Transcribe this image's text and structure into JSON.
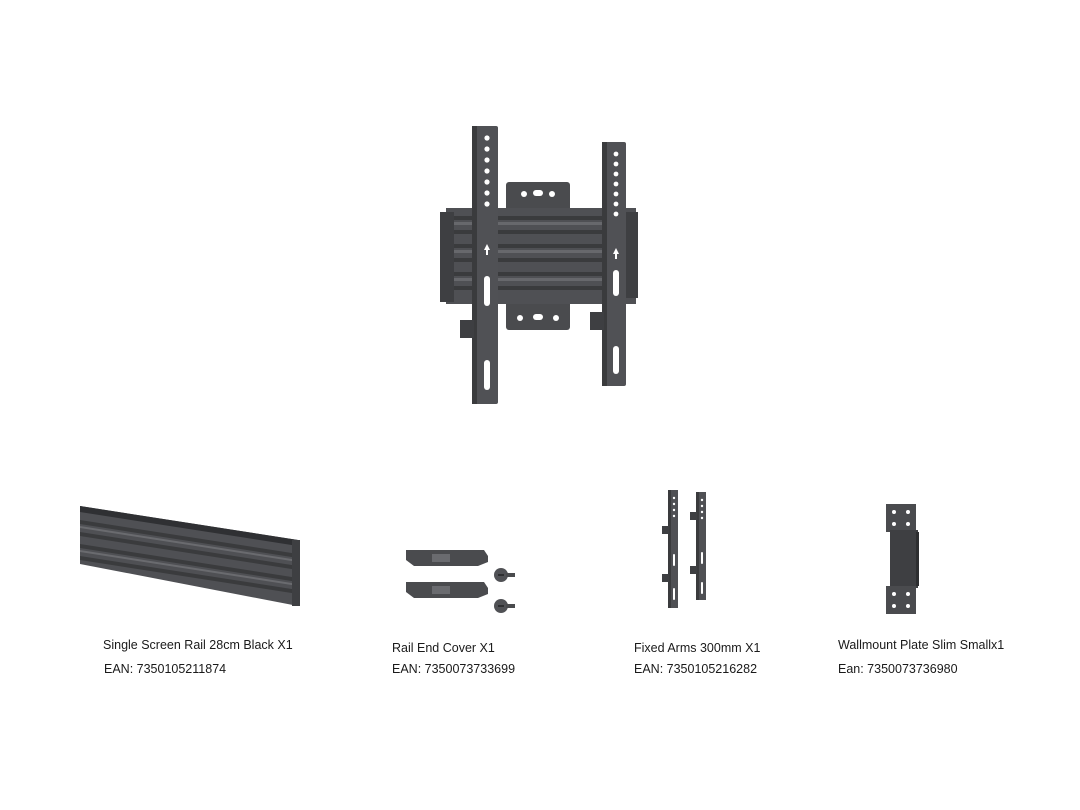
{
  "colors": {
    "metal_dark": "#3a3b3d",
    "metal_mid": "#4a4b4e",
    "metal_light": "#5f6064",
    "hole": "#ffffff"
  },
  "icons": [
    "mount-assembly-image",
    "screen-rail-image",
    "rail-end-cover-image",
    "screw-icon",
    "fixed-arms-image",
    "wallmount-plate-image"
  ],
  "parts": [
    {
      "name": "Single Screen Rail 28cm Black X1",
      "ean": "EAN: 7350105211874"
    },
    {
      "name": "Rail End Cover X1",
      "ean": "EAN: 7350073733699"
    },
    {
      "name": "Fixed Arms 300mm X1",
      "ean": "EAN: 7350105216282"
    },
    {
      "name": "Wallmount Plate Slim Smallx1",
      "ean": "Ean:  7350073736980"
    }
  ]
}
